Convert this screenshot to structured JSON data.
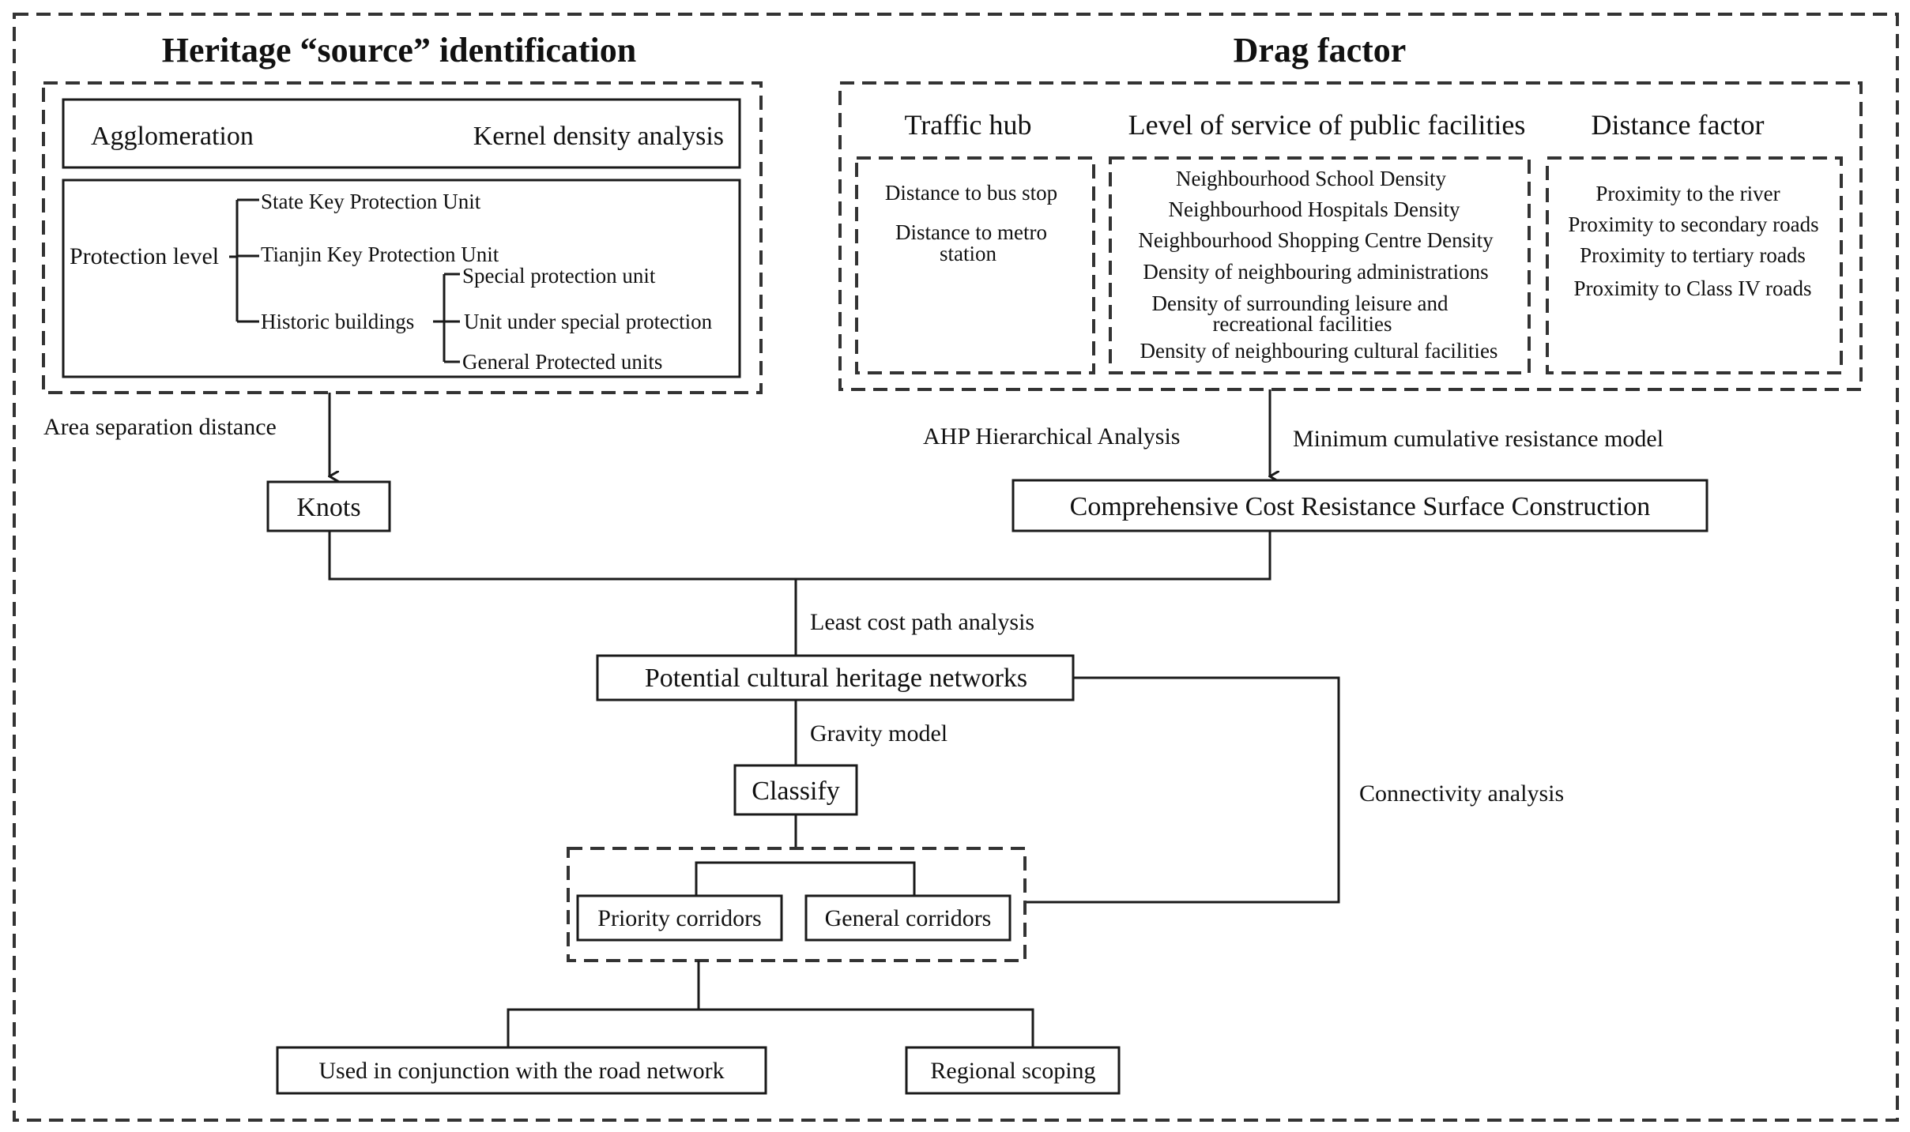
{
  "source": {
    "title": "Heritage “source” identification",
    "agglomeration": "Agglomeration",
    "kernel": "Kernel density analysis",
    "protection_level": "Protection level",
    "state_unit": "State Key Protection Unit",
    "tianjin_unit": "Tianjin Key Protection Unit",
    "historic": "Historic buildings",
    "special": "Special protection unit",
    "under_special": "Unit under special protection",
    "general_protected": "General Protected units"
  },
  "drag": {
    "title": "Drag factor",
    "traffic": {
      "heading": "Traffic hub",
      "items": [
        "Distance to bus stop",
        "Distance to metro",
        "station"
      ]
    },
    "public": {
      "heading": "Level of service of public facilities",
      "items": [
        "Neighbourhood School Density",
        "Neighbourhood Hospitals Density",
        "Neighbourhood Shopping Centre Density",
        "Density of neighbouring administrations",
        "Density of surrounding leisure and",
        "recreational facilities",
        "Density of neighbouring cultural facilities"
      ]
    },
    "distance": {
      "heading": "Distance factor",
      "items": [
        "Proximity to the river",
        "Proximity to secondary roads",
        "Proximity to tertiary roads",
        "Proximity to Class IV roads"
      ]
    }
  },
  "flow": {
    "area_sep": "Area separation distance",
    "ahp": "AHP Hierarchical Analysis",
    "min_cum": "Minimum cumulative resistance model",
    "knots": "Knots",
    "cost_surface": "Comprehensive Cost Resistance Surface Construction",
    "least_cost": "Least cost path analysis",
    "potential": "Potential cultural heritage networks",
    "gravity": "Gravity model",
    "classify": "Classify",
    "connectivity": "Connectivity analysis",
    "priority": "Priority corridors",
    "general": "General corridors",
    "road": "Used in conjunction with the road network",
    "regional": "Regional scoping"
  }
}
